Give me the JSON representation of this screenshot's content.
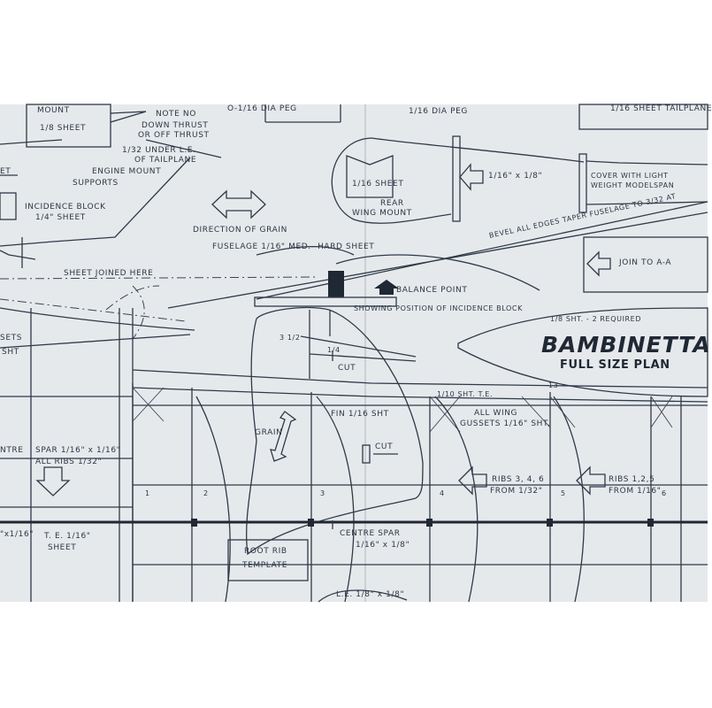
{
  "labels": {
    "mount": "MOUNT",
    "sheet_1_8": "1/8 SHEET",
    "note_no": "NOTE NO",
    "down_thrust": "DOWN THRUST",
    "or_off_thrust": "OR OFF THRUST",
    "peg_left": "O-1/16 DIA PEG",
    "peg_mid": "1/16 DIA PEG",
    "tailplane_top": "1/16 SHEET TAILPLANE",
    "under_le": "1/32 UNDER L.E.",
    "of_tailplane": "OF TAILPLANE",
    "et": "ET",
    "engine_mount": "ENGINE MOUNT",
    "supports": "SUPPORTS",
    "incidence_block": "INCIDENCE BLOCK",
    "sheet_1_4": "1/4\" SHEET",
    "direction_of_grain": "DIRECTION OF GRAIN",
    "fuselage": "FUSELAGE 1/16\" MED.- HARD SHEET",
    "sheet_1_16": "1/16 SHEET",
    "rear": "REAR",
    "wing_mount": "WING MOUNT",
    "boom_size": "1/16\" x 1/8\"",
    "cover": "COVER WITH LIGHT",
    "cover2": "WEIGHT MODELSPAN",
    "bevel": "BEVEL ALL EDGES  TAPER FUSELAGE TO 3/32 AT",
    "join": "JOIN TO  A-A",
    "sheet_joined": "SHEET JOINED HERE",
    "balance_point": "BALANCE POINT",
    "showing_position": "SHOWING POSITION OF INCIDENCE BLOCK",
    "sht_required": "1/8 SHT. - 2 REQUIRED",
    "sets": "SETS",
    "sht": "SHT",
    "dim_1": "3 1/2",
    "dim_2": "1/4",
    "cut_1": "CUT",
    "te_top": "1/10 SHT. T.E.",
    "rib_13": "13",
    "grain": "GRAIN",
    "fin": "FIN 1/16 SHT",
    "cut_2": "CUT",
    "all_wing": "ALL WING",
    "gussets": "GUSSETS 1/16\" SHT.",
    "ntre": "NTRE",
    "spar": "SPAR 1/16\" x 1/16\"",
    "all_ribs": "ALL RIBS 1/32\"",
    "ribs_346": "RIBS 3, 4, 6",
    "from_132": "FROM 1/32\"",
    "ribs_125": "RIBS 1,2,5",
    "from_116": "FROM 1/16\"",
    "rib_1": "1",
    "rib_2": "2",
    "rib_3": "3",
    "rib_4": "4",
    "rib_5": "5",
    "rib_6": "6",
    "x116": "\"x1/16\"",
    "te_116": "T. E. 1/16\"",
    "sheet_bottom": "SHEET",
    "centre_spar": "CENTRE SPAR",
    "centre_spar_size": "1/16\" x 1/8\"",
    "root_rib": "ROOT RIB",
    "template": "TEMPLATE",
    "le": "L.E.  1/8\" x 1/8\""
  },
  "title": {
    "name": "BAMBINETTA",
    "sub": "FULL SIZE PLAN"
  },
  "colors": {
    "paper": "#e6e9ec",
    "ink": "#2f3a48",
    "margin": "#ffffff"
  }
}
